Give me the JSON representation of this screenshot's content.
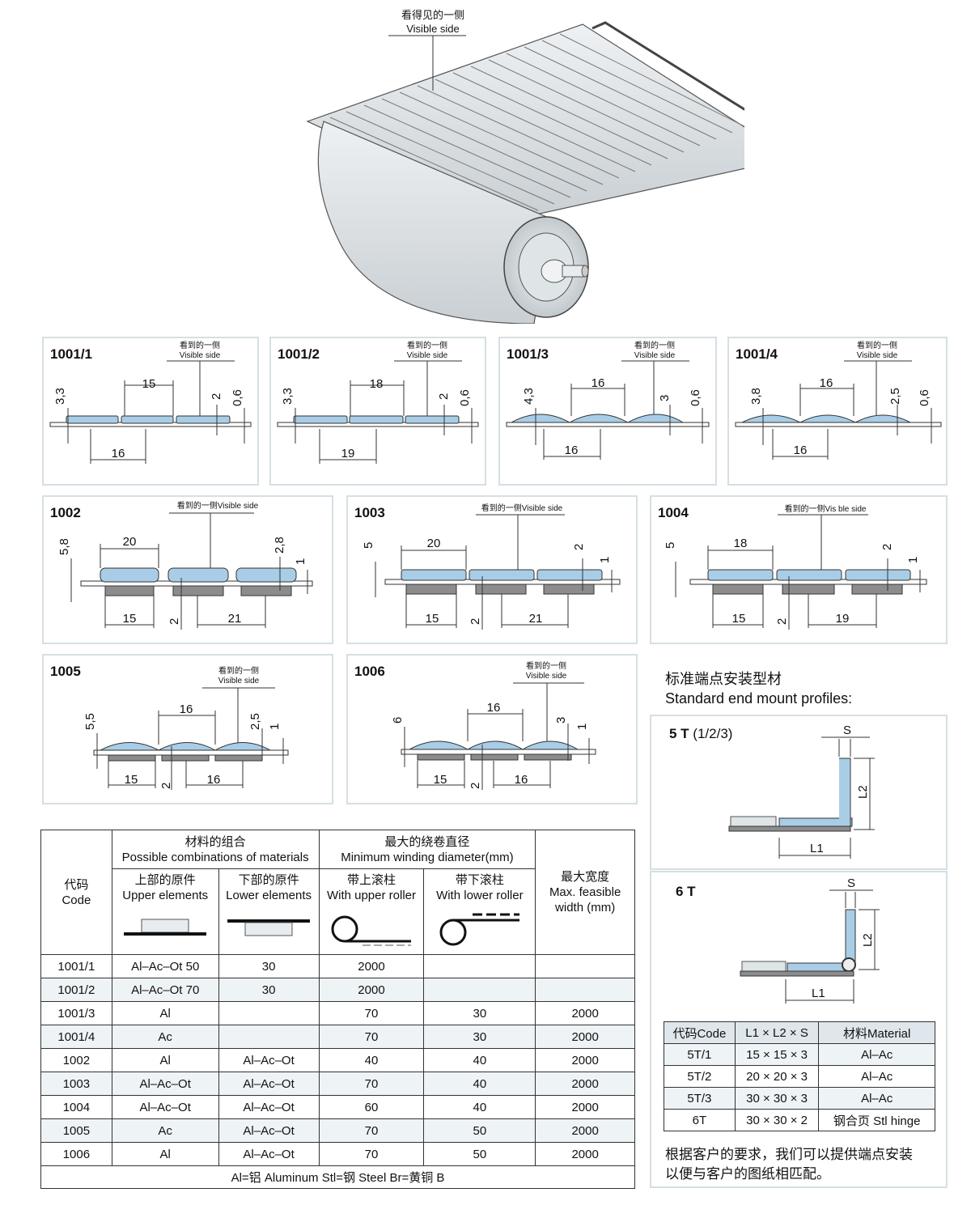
{
  "hero": {
    "label_cn": "看得见的一侧",
    "label_en": "Visible side"
  },
  "panels": [
    {
      "code": "1001/1",
      "vs_cn": "看到的一侧",
      "vs_en": "Visible side",
      "top_w": "15",
      "bot_w": "16",
      "h1": "3,3",
      "h2": "2",
      "h3": "0,6"
    },
    {
      "code": "1001/2",
      "vs_cn": "看到的一侧",
      "vs_en": "Visible side",
      "top_w": "18",
      "bot_w": "19",
      "h1": "3,3",
      "h2": "2",
      "h3": "0,6"
    },
    {
      "code": "1001/3",
      "vs_cn": "看到的一侧",
      "vs_en": "Visible side",
      "top_w": "16",
      "bot_w": "16",
      "h1": "4,3",
      "h2": "3",
      "h3": "0,6"
    },
    {
      "code": "1001/4",
      "vs_cn": "看到的一侧",
      "vs_en": "Visible side",
      "top_w": "16",
      "bot_w": "16",
      "h1": "3,8",
      "h2": "2,5",
      "h3": "0,6"
    },
    {
      "code": "1002",
      "vs": "看到的一侧Visible side",
      "top_w": "20",
      "bot_l": "15",
      "bot_gap": "2",
      "bot_r": "21",
      "h1": "5,8",
      "h2": "2,8",
      "h3": "1"
    },
    {
      "code": "1003",
      "vs": "看到的一侧Visible side",
      "top_w": "20",
      "bot_l": "15",
      "bot_gap": "2",
      "bot_r": "21",
      "h1": "5",
      "h2": "2",
      "h3": "1"
    },
    {
      "code": "1004",
      "vs": "看到的一侧Vis ble side",
      "top_w": "18",
      "bot_l": "15",
      "bot_gap": "2",
      "bot_r": "19",
      "h1": "5",
      "h2": "2",
      "h3": "1"
    },
    {
      "code": "1005",
      "vs_cn": "看到的一侧",
      "vs_en": "Visible side",
      "top_w": "16",
      "bot_l": "15",
      "bot_gap": "2",
      "bot_r": "16",
      "h1": "5,5",
      "h2": "2,5",
      "h3": "1"
    },
    {
      "code": "1006",
      "vs_cn": "看到的一侧",
      "vs_en": "Visible side",
      "top_w": "16",
      "bot_l": "15",
      "bot_gap": "2",
      "bot_r": "16",
      "h1": "6",
      "h2": "3",
      "h3": "1"
    }
  ],
  "materials_table": {
    "code_cn": "代码",
    "code_en": "Code",
    "comb_cn": "材料的组合",
    "comb_en": "Possible combinations of materials",
    "upper_cn": "上部的原件",
    "upper_en": "Upper elements",
    "lower_cn": "下部的原件",
    "lower_en": "Lower elements",
    "wind_cn": "最大的绕卷直径",
    "wind_en": "Minimum winding diameter(mm)",
    "uroll_cn": "带上滚柱",
    "uroll_en": "With upper roller",
    "lroll_cn": "带下滚柱",
    "lroll_en": "With lower roller",
    "width_cn": "最大宽度",
    "width_en": "Max. feasible width (mm)",
    "rows": [
      [
        "1001/1",
        "Al–Ac–Ot 50",
        "30",
        "2000",
        "",
        ""
      ],
      [
        "1001/2",
        "Al–Ac–Ot 70",
        "30",
        "2000",
        "",
        ""
      ],
      [
        "1001/3",
        "Al",
        "",
        "70",
        "30",
        "2000"
      ],
      [
        "1001/4",
        "Ac",
        "",
        "70",
        "30",
        "2000"
      ],
      [
        "1002",
        "Al",
        "Al–Ac–Ot",
        "40",
        "40",
        "2000"
      ],
      [
        "1003",
        "Al–Ac–Ot",
        "Al–Ac–Ot",
        "70",
        "40",
        "2000"
      ],
      [
        "1004",
        "Al–Ac–Ot",
        "Al–Ac–Ot",
        "60",
        "40",
        "2000"
      ],
      [
        "1005",
        "Ac",
        "Al–Ac–Ot",
        "70",
        "50",
        "2000"
      ],
      [
        "1006",
        "Al",
        "Al–Ac–Ot",
        "70",
        "50",
        "2000"
      ]
    ],
    "footer": "Al=铝 Aluminum Stl=钢 Steel Br=黄铜 B"
  },
  "profiles": {
    "title_cn": "标准端点安装型材",
    "title_en": "Standard end mount profiles:",
    "p5t": {
      "name": "5 T",
      "sub": "(1/2/3)",
      "s": "S",
      "l1": "L1",
      "l2": "L2"
    },
    "p6t": {
      "name": "6 T",
      "s": "S",
      "l1": "L1",
      "l2": "L2"
    },
    "table": {
      "headers": [
        "代码Code",
        "L1 × L2 × S",
        "材料Material"
      ],
      "rows": [
        [
          "5T/1",
          "15 × 15 × 3",
          "Al–Ac"
        ],
        [
          "5T/2",
          "20 × 20 × 3",
          "Al–Ac"
        ],
        [
          "5T/3",
          "30 × 30 × 3",
          "Al–Ac"
        ],
        [
          "6T",
          "30 × 30 × 2",
          "钢合页 Stl hinge"
        ]
      ]
    },
    "note_1": "根据客户的要求，我们可以提供端点安装",
    "note_2": "以便与客户的图纸相匹配。"
  },
  "colors": {
    "slat_blue": "#a9cde6",
    "slat_gray": "#8c8c8c",
    "panel_border": "#d6dfe3"
  }
}
